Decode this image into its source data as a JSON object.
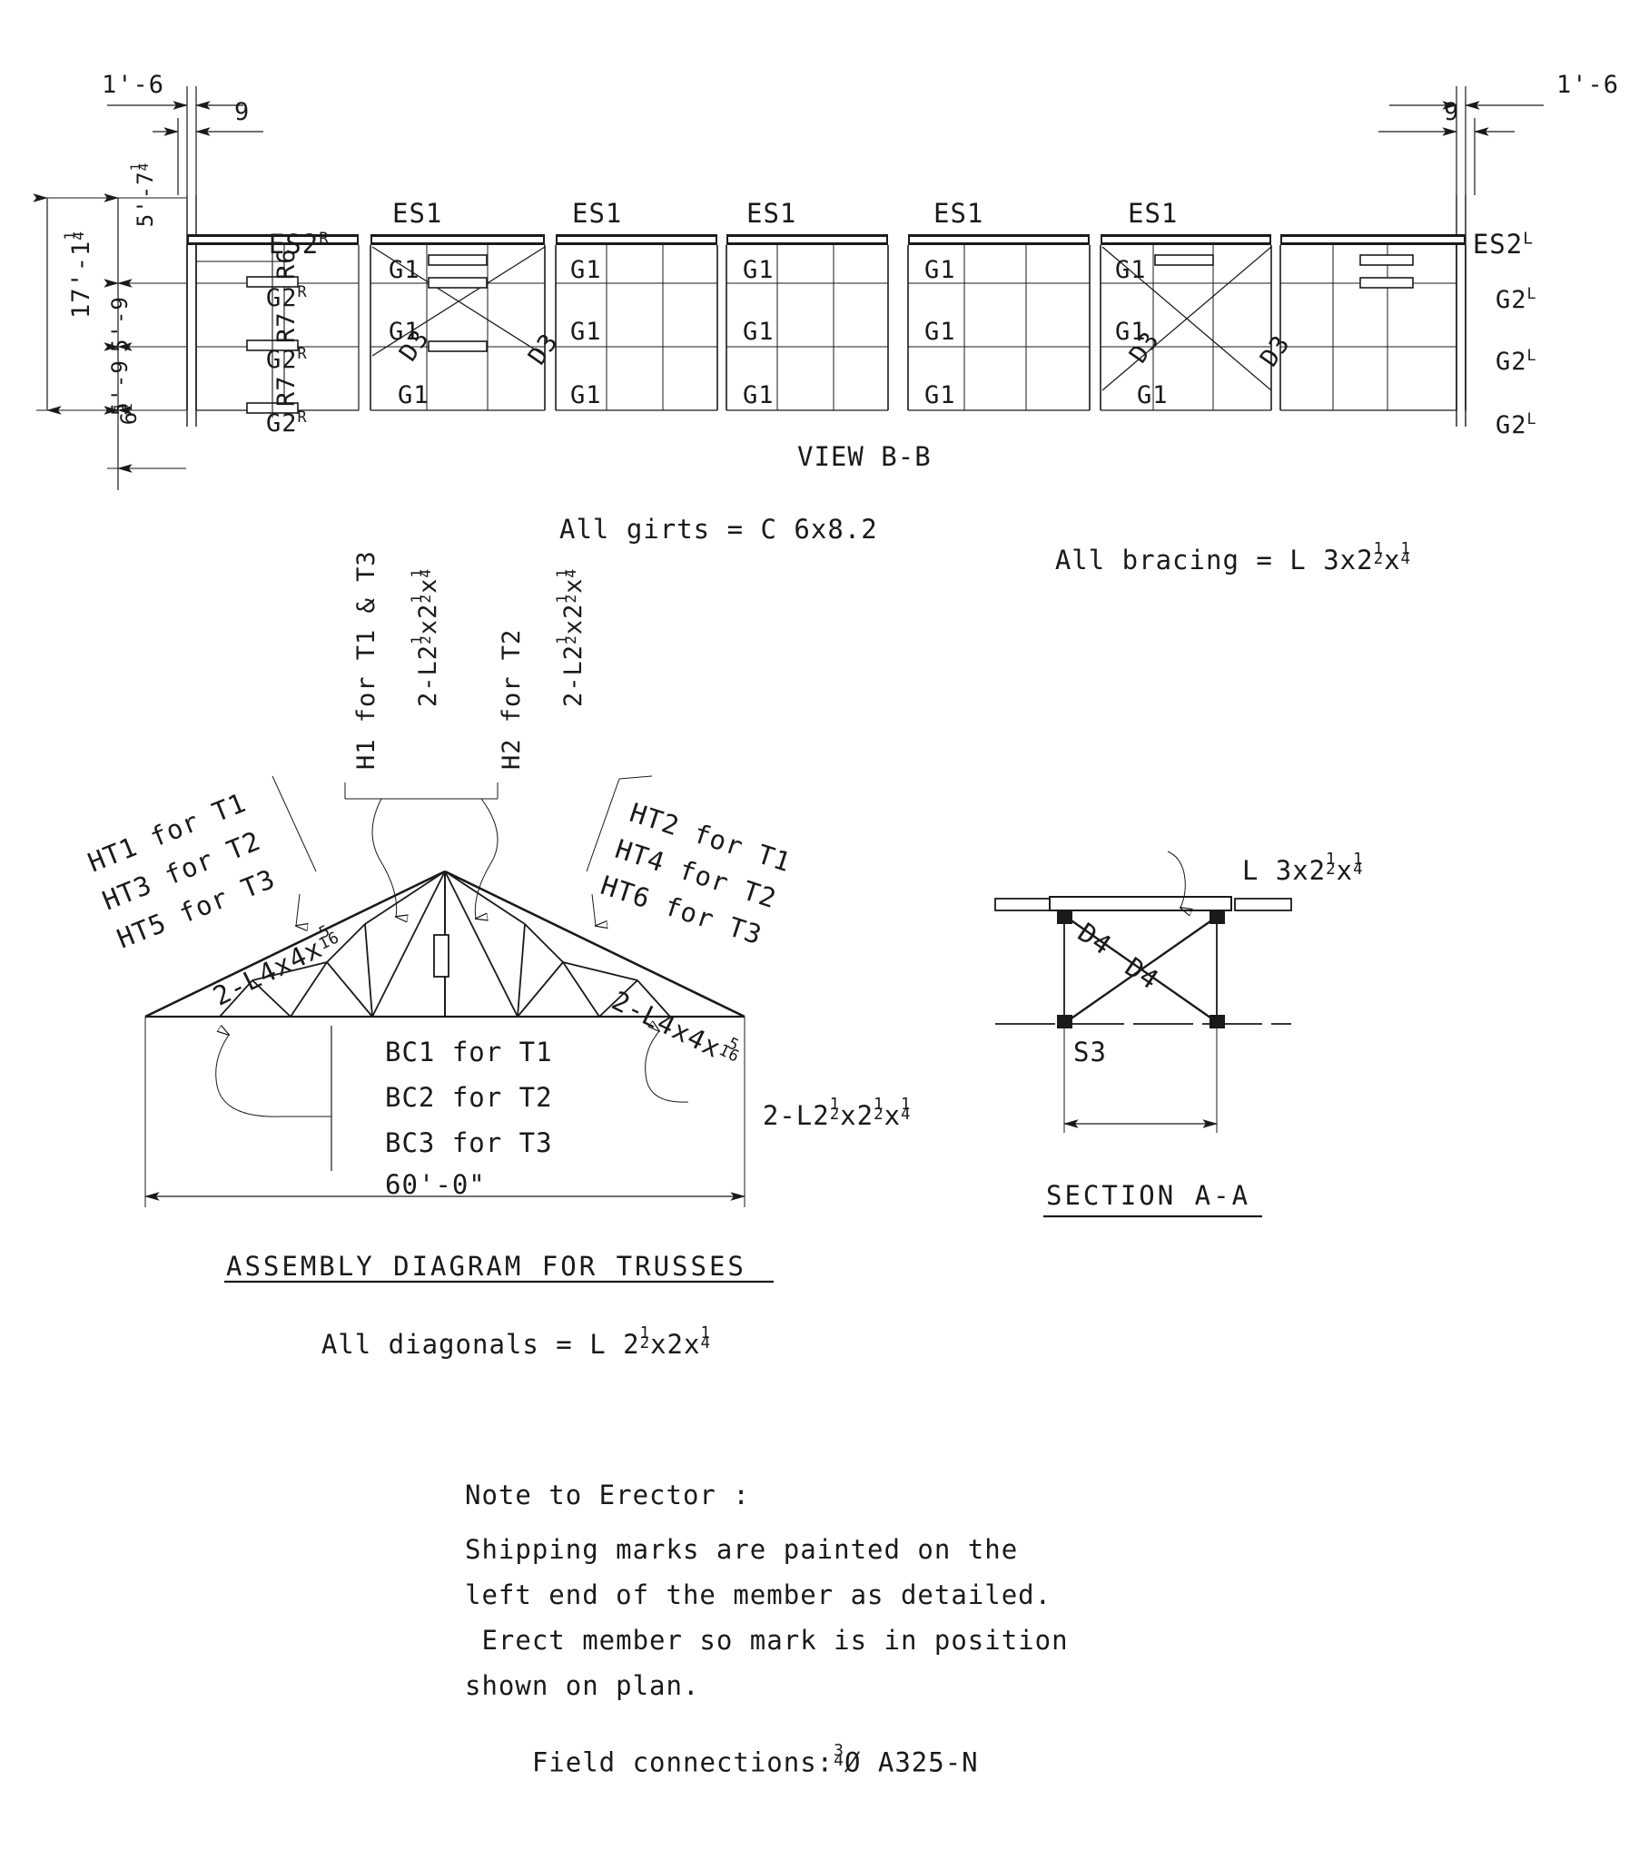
{
  "drawing": {
    "title_view_bb": "VIEW B-B",
    "title_assembly": "ASSEMBLY DIAGRAM FOR TRUSSES",
    "title_section": "SECTION A-A"
  },
  "view_bb": {
    "top_dims_left": {
      "overall": "1'-6",
      "inner": "9"
    },
    "top_dims_right": {
      "overall": "1'-6",
      "inner": "9"
    },
    "left_dims": {
      "overall": "17'-1",
      "overall_frac_num": "1",
      "overall_frac_den": "4",
      "seg_top": "5'-7",
      "seg_top_frac_num": "1",
      "seg_top_frac_den": "4",
      "seg_mid": "5'-9",
      "seg_bot": "5'-9",
      "base": "6",
      "base_frac_num": "1",
      "base_frac_den": "2"
    },
    "bays": [
      {
        "top_label": "ES2",
        "top_sup": "R",
        "girts": [
          "G2",
          "G2",
          "G2"
        ],
        "girt_sup": "R",
        "rods": [
          "R6",
          "R7",
          "R7"
        ],
        "bracing": "none"
      },
      {
        "top_label": "ES1",
        "top_sup": "",
        "girts": [
          "G1",
          "G1",
          "G1"
        ],
        "girt_sup": "",
        "rods": [],
        "bracing": "x-brace",
        "diag_labels": [
          "D3",
          "D3"
        ]
      },
      {
        "top_label": "ES1",
        "top_sup": "",
        "girts": [
          "G1",
          "G1",
          "G1"
        ],
        "girt_sup": "",
        "rods": [],
        "bracing": "none"
      },
      {
        "top_label": "ES1",
        "top_sup": "",
        "girts": [
          "G1",
          "G1",
          "G1"
        ],
        "girt_sup": "",
        "rods": [],
        "bracing": "none"
      },
      {
        "top_label": "ES1",
        "top_sup": "",
        "girts": [
          "G1",
          "G1",
          "G1"
        ],
        "girt_sup": "",
        "rods": [],
        "bracing": "none"
      },
      {
        "top_label": "ES1",
        "top_sup": "",
        "girts": [
          "G1",
          "G1",
          "G1"
        ],
        "girt_sup": "",
        "rods": [],
        "bracing": "x-brace",
        "diag_labels": [
          "D3",
          "D3"
        ]
      },
      {
        "top_label": "ES2",
        "top_sup": "L",
        "girts": [
          "G2",
          "G2",
          "G2"
        ],
        "girt_sup": "L",
        "rods": [],
        "bracing": "none"
      }
    ],
    "note_girts": "All girts = C 6x8.2",
    "note_bracing_pre": "All bracing = L 3x2",
    "note_bracing_f1_n": "1",
    "note_bracing_f1_d": "2",
    "note_bracing_mid": "x",
    "note_bracing_f2_n": "1",
    "note_bracing_f2_d": "4"
  },
  "truss": {
    "label_h1": "H1 for T1 & T3",
    "label_h1_sizepre": "2-L2",
    "label_h1_f1n": "1",
    "label_h1_f1d": "2",
    "label_h1_mid": "x2",
    "label_h1_f2n": "1",
    "label_h1_f2d": "2",
    "label_h1_mid2": "x",
    "label_h1_f3n": "1",
    "label_h1_f3d": "4",
    "label_h2": "H2 for T2",
    "label_h2_sizepre": "2-L2",
    "label_h2_f1n": "1",
    "label_h2_f1d": "2",
    "label_h2_mid": "x2",
    "label_h2_f2n": "1",
    "label_h2_f2d": "2",
    "label_h2_mid2": "x",
    "label_h2_f3n": "1",
    "label_h2_f3d": "4",
    "left_ht": [
      "HT1 for T1",
      "HT3 for T2",
      "HT5 for T3"
    ],
    "right_ht": [
      "HT2 for T1",
      "HT4 for T2",
      "HT6 for T3"
    ],
    "left_chord_size_pre": "2-L4x4x",
    "left_chord_f_n": "5",
    "left_chord_f_d": "16",
    "right_chord_size_pre": "2-L4x4x",
    "right_chord_f_n": "5",
    "right_chord_f_d": "16",
    "bc": [
      "BC1 for T1",
      "BC2 for T2",
      "BC3 for T3"
    ],
    "span": "60'-0\"",
    "bc_size_pre": "2-L2",
    "bc_f1n": "1",
    "bc_f1d": "2",
    "bc_mid": "x2",
    "bc_f2n": "1",
    "bc_f2d": "2",
    "bc_mid2": "x",
    "bc_f3n": "1",
    "bc_f3d": "4",
    "note_diag_pre": "All diagonals = L 2",
    "note_diag_f1n": "1",
    "note_diag_f1d": "2",
    "note_diag_mid": "x2x",
    "note_diag_f2n": "1",
    "note_diag_f2d": "4"
  },
  "section_aa": {
    "angle_label_pre": "L 3x2",
    "angle_f1n": "1",
    "angle_f1d": "2",
    "angle_mid": "x",
    "angle_f2n": "1",
    "angle_f2d": "4",
    "diag_left": "D4",
    "diag_right": "D4",
    "strut": "S3"
  },
  "note_to_erector": {
    "heading": "Note to Erector :",
    "lines": [
      "Shipping marks are painted on the",
      "left end of the member as detailed.",
      " Erect member so mark is in position",
      "shown on plan."
    ],
    "field_pre": "Field connections:",
    "field_num": "3",
    "field_den": "4",
    "field_post": "Ø A325-N"
  },
  "colors": {
    "ink": "#1a1a1a",
    "paper": "#ffffff"
  }
}
